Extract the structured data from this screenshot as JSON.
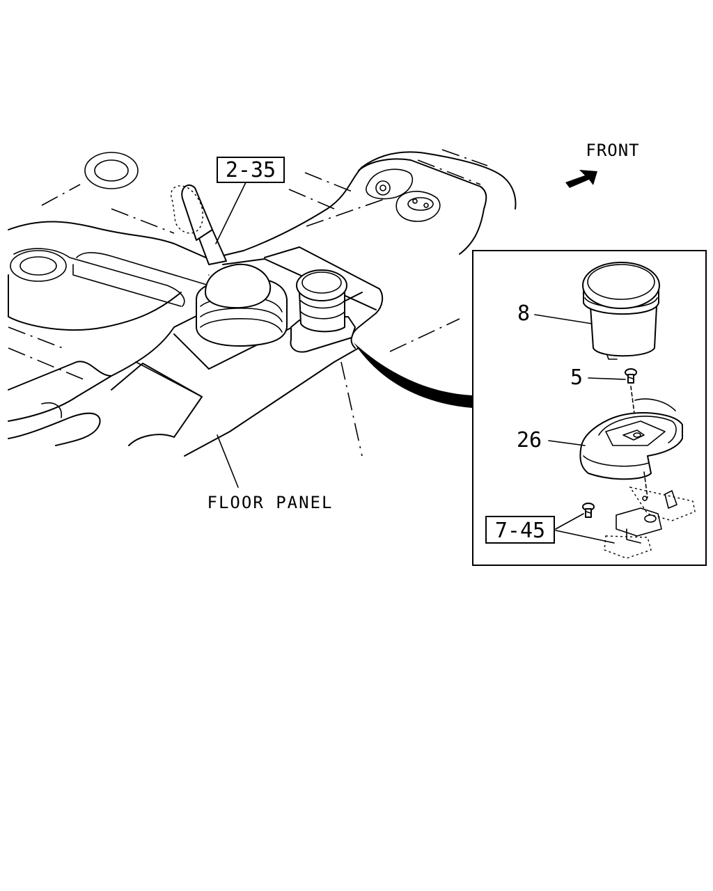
{
  "labels": {
    "front": "FRONT",
    "floor_panel": "FLOOR PANEL",
    "ref_2_35": "2-35",
    "ref_7_45": "7-45",
    "part_8": "8",
    "part_5": "5",
    "part_26": "26"
  },
  "colors": {
    "line": "#000000",
    "background": "#ffffff"
  },
  "icons": {
    "front_arrow": "front-arrow-icon"
  }
}
